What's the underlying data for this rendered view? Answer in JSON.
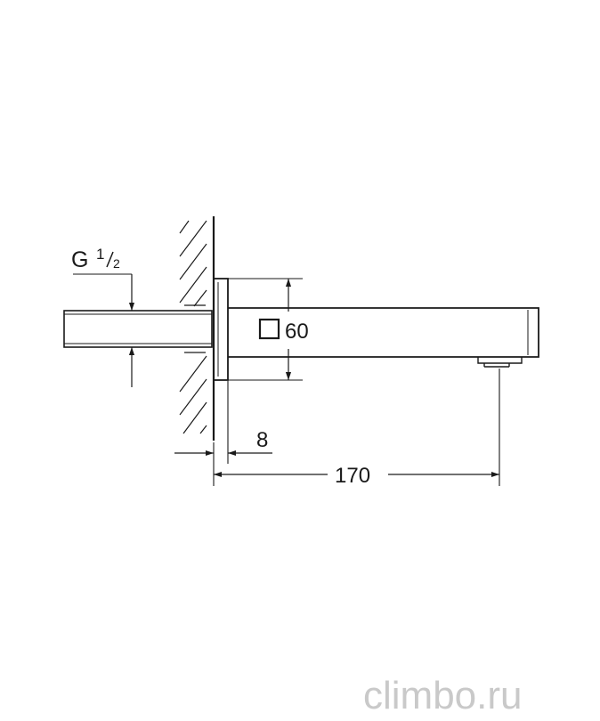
{
  "dimensions": {
    "thread_main": "G",
    "thread_sup": "1",
    "thread_sub": "2",
    "spout_section_symbol": "square",
    "spout_section_value": "60",
    "flange_thickness": "8",
    "projection": "170"
  },
  "watermark": "climbo.ru",
  "colors": {
    "line": "#1a1a1a",
    "watermark": "#c9c9c9",
    "background": "#ffffff"
  }
}
